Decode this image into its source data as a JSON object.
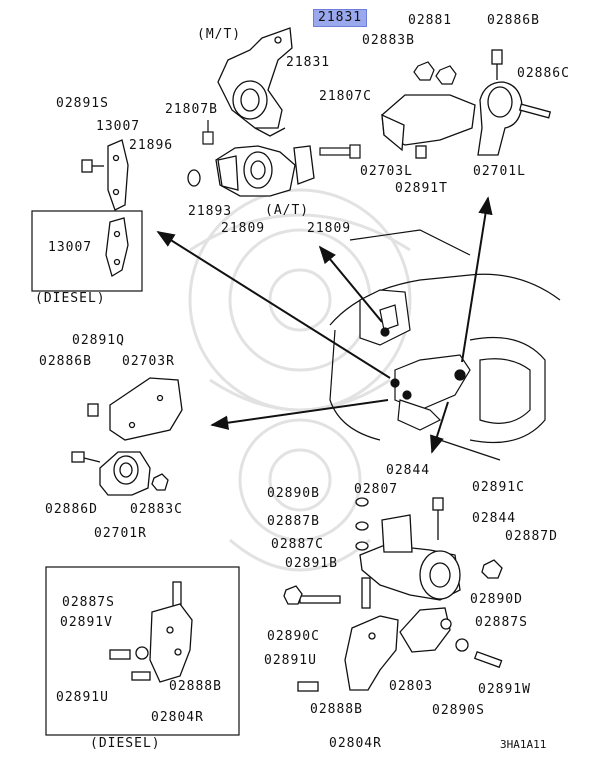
{
  "labels": {
    "p21831_hl": "21831",
    "mt": "(M/T)",
    "p21831": "21831",
    "p02881": "02881",
    "p02883B": "02883B",
    "p02886B_top": "02886B",
    "p02886C": "02886C",
    "p21807B": "21807B",
    "p21807C": "21807C",
    "p02891S": "02891S",
    "p13007_a": "13007",
    "p21896": "21896",
    "p02703L": "02703L",
    "p02891T": "02891T",
    "p02701L": "02701L",
    "p21893": "21893",
    "at": "(A/T)",
    "p21809_a": "21809",
    "p21809_b": "21809",
    "p13007_b": "13007",
    "diesel_top": "(DIESEL)",
    "p02891Q": "02891Q",
    "p02886B_mid": "02886B",
    "p02703R": "02703R",
    "p02886D": "02886D",
    "p02883C": "02883C",
    "p02701R": "02701R",
    "p02844_a": "02844",
    "p02807": "02807",
    "p02890B": "02890B",
    "p02891C": "02891C",
    "p02887B": "02887B",
    "p02844_b": "02844",
    "p02887C": "02887C",
    "p02887D": "02887D",
    "p02891B": "02891B",
    "p02890D": "02890D",
    "p02887S_l": "02887S",
    "p02891V": "02891V",
    "p02890C": "02890C",
    "p02887S_r": "02887S",
    "p02891U_l": "02891U",
    "p02888B_l": "02888B",
    "p02891U_r": "02891U",
    "p02803": "02803",
    "p02891W": "02891W",
    "p02804R_l": "02804R",
    "p02890S": "02890S",
    "p02888B_r": "02888B",
    "diesel_bottom": "(DIESEL)",
    "p02804R_r": "02804R",
    "code": "3HA1A11"
  },
  "colors": {
    "highlight": "#9aa8ee",
    "ink": "#111111",
    "watermark": "#e4e4e4"
  }
}
